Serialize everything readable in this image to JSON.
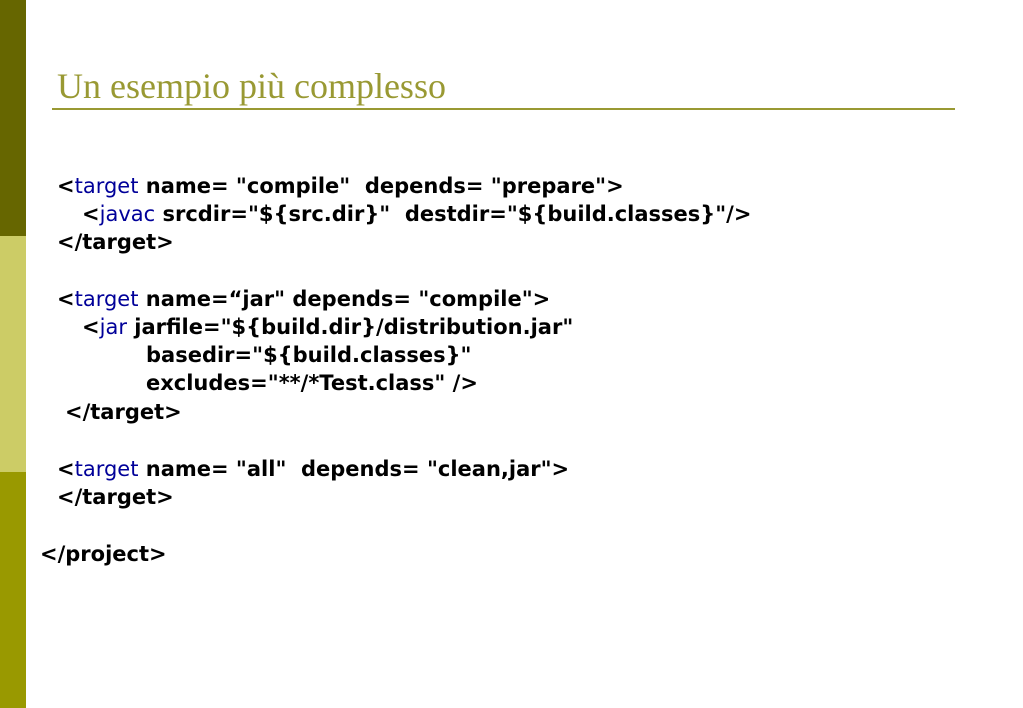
{
  "slide": {
    "title": "Un esempio più complesso",
    "colors": {
      "title": "#999933",
      "keyword": "#000099",
      "sidebar_top": "#666600",
      "sidebar_mid": "#cccc66",
      "sidebar_bottom": "#999900"
    }
  },
  "code": {
    "lines": [
      {
        "open": "<",
        "keyword": "target",
        "rest": " name= \"compile\"  depends= \"prepare\">"
      },
      {
        "open": "<",
        "keyword": "javac",
        "rest": " srcdir=\"${src.dir}\"  destdir=\"${build.classes}\"/>"
      },
      {
        "text": "</target>"
      },
      {
        "open": "<",
        "keyword": "target",
        "rest": " name=“jar\" depends= \"compile\">"
      },
      {
        "open": "<",
        "keyword": "jar",
        "rest": " jarfile=\"${build.dir}/distribution.jar\""
      },
      {
        "text": "basedir=\"${build.classes}\""
      },
      {
        "text": "excludes=\"**/*Test.class\" />"
      },
      {
        "text": "</target>"
      },
      {
        "open": "<",
        "keyword": "target",
        "rest": " name= \"all\"  depends= \"clean,jar\">"
      },
      {
        "text": "</target>"
      },
      {
        "text": "</project>"
      }
    ]
  }
}
